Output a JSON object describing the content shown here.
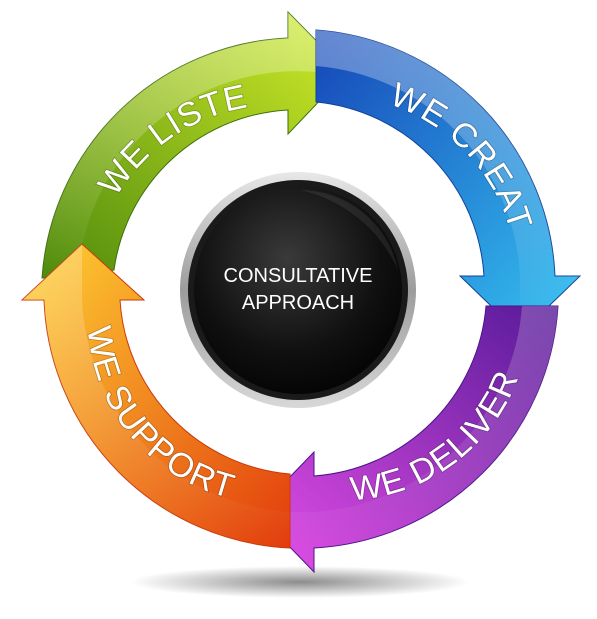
{
  "center": {
    "line1": "CONSULTATIVE",
    "line2": "APPROACH"
  },
  "segments": [
    {
      "label": "WE LISTEN",
      "color_light": "#d4ee2a",
      "color_dark": "#4e8a0c"
    },
    {
      "label": "WE CREATE",
      "color_light": "#36c4f2",
      "color_dark": "#1546b8"
    },
    {
      "label": "WE DELIVER",
      "color_light": "#e64ee8",
      "color_dark": "#561a98"
    },
    {
      "label": "WE SUPPORT",
      "color_light": "#ffd233",
      "color_dark": "#e23c0c"
    }
  ]
}
